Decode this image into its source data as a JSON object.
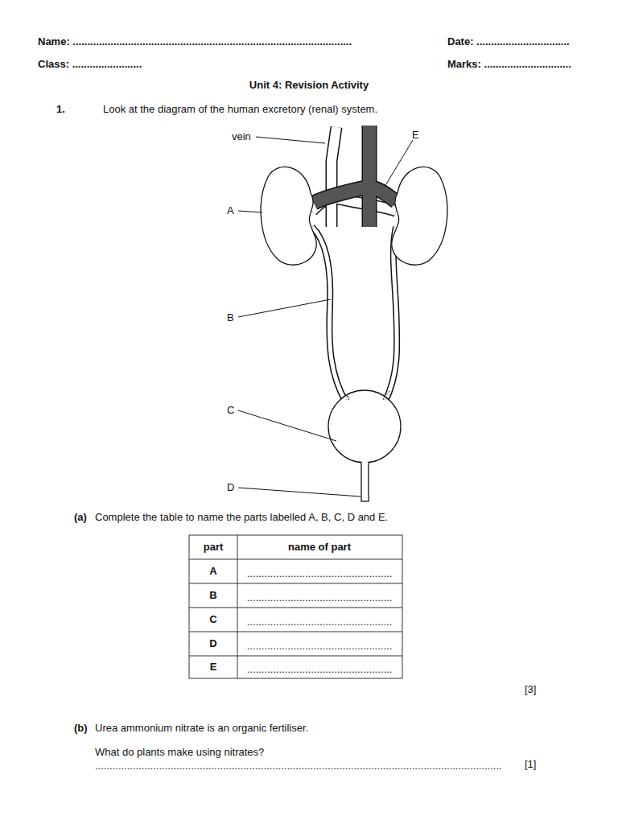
{
  "diagram": {
    "title": "Unit 4: Revision Activity",
    "labels": [
      "Name: ................................................................................................",
      "Date: ................................",
      "Class: ........................",
      "Marks: ..............................",
      "1.",
      "Look at the diagram of the human excretory (renal) system.",
      "vein",
      "E",
      "A",
      "B",
      "C",
      "D",
      "(a)",
      "Complete the table to name the parts labelled A, B, C, D and E.",
      "part",
      "name of part",
      "A",
      "..................................................",
      "B",
      "..................................................",
      "C",
      "..................................................",
      "D",
      "..................................................",
      "E",
      "..................................................",
      "[3]",
      "(b)",
      "Urea ammonium nitrate is an organic fertiliser.",
      "What do plants make using nitrates?",
      "............................................................................................................................................",
      "[1]"
    ]
  }
}
